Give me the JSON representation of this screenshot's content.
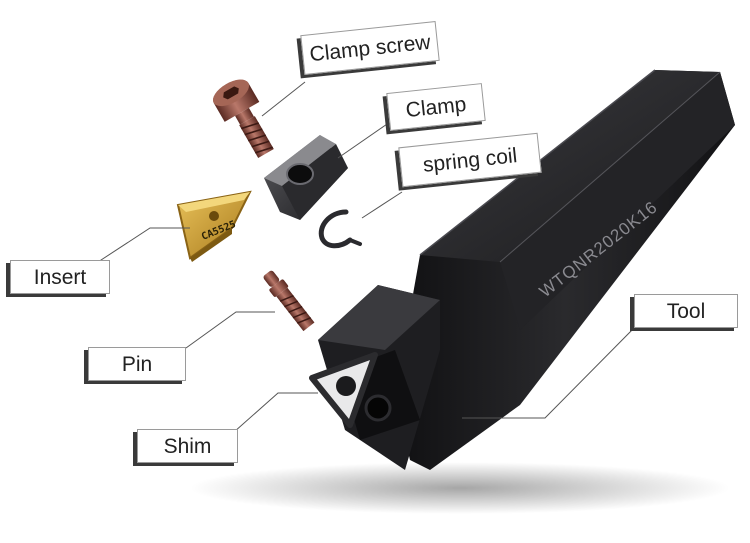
{
  "labels": {
    "clamp_screw": "Clamp screw",
    "clamp": "Clamp",
    "spring_coil": "spring coil",
    "insert": "Insert",
    "pin": "Pin",
    "shim": "Shim",
    "tool": "Tool"
  },
  "engravings": {
    "holder_code": "WTQNR2020K16",
    "insert_code": "CA5525"
  },
  "colors": {
    "holder_body": "#1c1c1e",
    "copper": "#8a4a3c",
    "gold": "#c99a2e",
    "leader": "#555555"
  }
}
